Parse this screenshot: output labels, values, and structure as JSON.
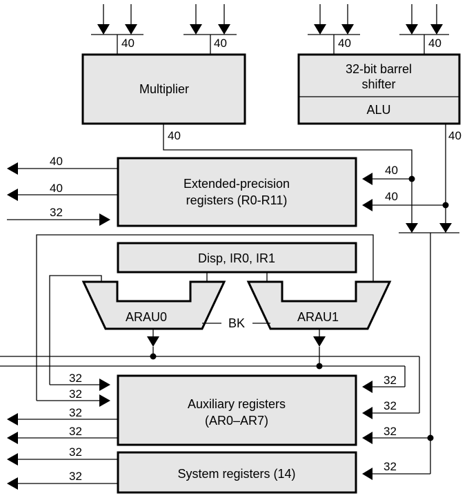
{
  "blocks": {
    "multiplier": "Multiplier",
    "shifter_line1": "32-bit barrel",
    "shifter_line2": "shifter",
    "alu": "ALU",
    "extended_line1": "Extended-precision",
    "extended_line2": "registers (R0-R11)",
    "disp": "Disp, IR0, IR1",
    "arau0": "ARAU0",
    "arau1": "ARAU1",
    "bk": "BK",
    "aux_line1": "Auxiliary registers",
    "aux_line2": "(AR0–AR7)",
    "system": "System registers (14)"
  },
  "bus_widths": {
    "mult_in_a": "40",
    "mult_in_b": "40",
    "alu_in_a": "40",
    "alu_in_b": "40",
    "mult_out": "40",
    "alu_out": "40",
    "ext_out_1": "40",
    "ext_out_2": "40",
    "ext_in_left": "32",
    "ext_in_right_1": "40",
    "ext_in_right_2": "40",
    "aux_left_in_1": "32",
    "aux_left_in_2": "32",
    "aux_left_out_1": "32",
    "aux_left_out_2": "32",
    "aux_right_in_1": "32",
    "aux_right_in_2": "32",
    "aux_right_in_3": "32",
    "sys_left_out_1": "32",
    "sys_left_out_2": "32",
    "sys_right_in": "32"
  }
}
